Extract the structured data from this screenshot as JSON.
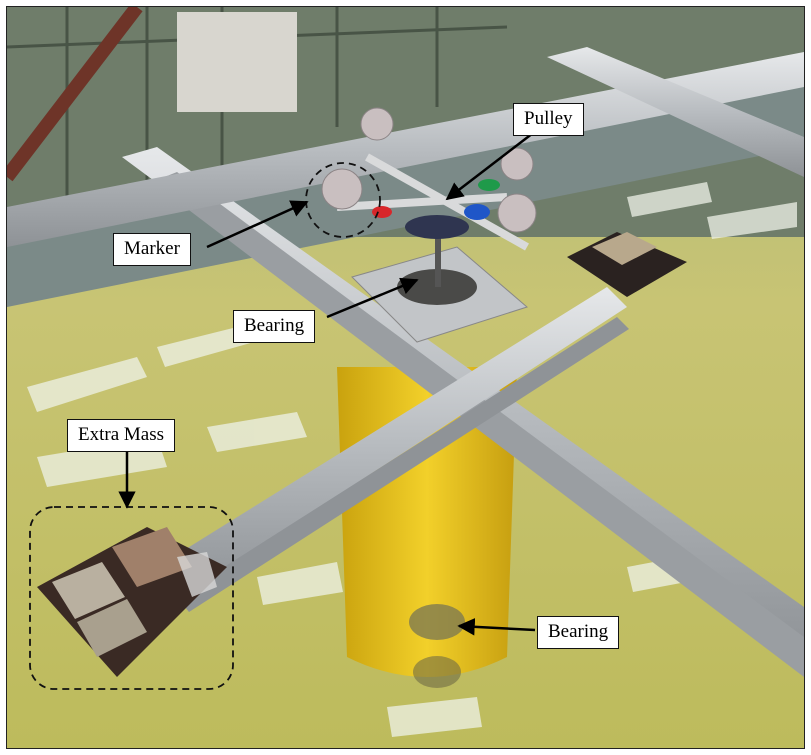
{
  "labels": {
    "pulley": "Pulley",
    "marker": "Marker",
    "bearing_top": "Bearing",
    "extra_mass": "Extra Mass",
    "bearing_bottom": "Bearing"
  },
  "colors": {
    "water": "#c8c474",
    "aluminium": "#c9ccd0",
    "yellow_column": "#e8c21a",
    "marker_red": "#d8262a",
    "marker_green": "#1f9a4a",
    "marker_blue": "#1f56c8"
  }
}
